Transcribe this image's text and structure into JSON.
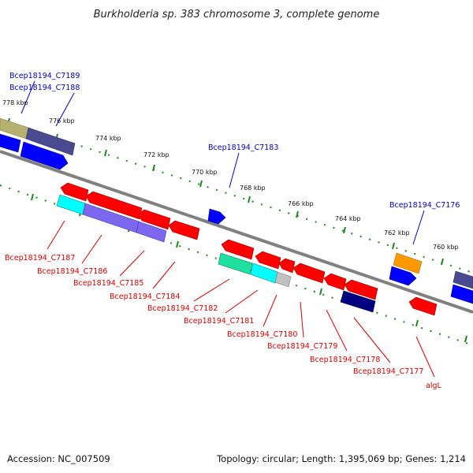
{
  "title": "Burkholderia sp. 383 chromosome 3, complete genome",
  "footer": {
    "accession": "Accession: NC_007509",
    "summary": "Topology: circular; Length: 1,395,069 bp; Genes: 1,214"
  },
  "scale_labels": [
    "778 kbp",
    "776 kbp",
    "774 kbp",
    "772 kbp",
    "770 kbp",
    "768 kbp",
    "766 kbp",
    "764 kbp",
    "762 kbp",
    "760 kbp"
  ],
  "gene_labels_top": [
    "Bcep18194_C7189",
    "Bcep18194_C7188",
    "Bcep18194_C7183",
    "Bcep18194_C7176"
  ],
  "gene_labels_bottom": [
    "Bcep18194_C7187",
    "Bcep18194_C7186",
    "Bcep18194_C7185",
    "Bcep18194_C7184",
    "Bcep18194_C7182",
    "Bcep18194_C7181",
    "Bcep18194_C7180",
    "Bcep18194_C7179",
    "Bcep18194_C7178",
    "Bcep18194_C7177",
    "algL"
  ],
  "colors": {
    "backbone": "#808080",
    "ticks": "#1a8a1a",
    "cds": "#ff0000",
    "top_labels": "#0000cc",
    "bottom_labels": "#cc0000",
    "forward_blue": "#0000ff",
    "navy": "#000080",
    "slate": "#5050a0",
    "lavender": "#7b68ee",
    "cyan": "#00ffff",
    "teal": "#20e0a0",
    "olive": "#b8b070",
    "orange": "#ff9900",
    "grey": "#c0c0c0"
  }
}
